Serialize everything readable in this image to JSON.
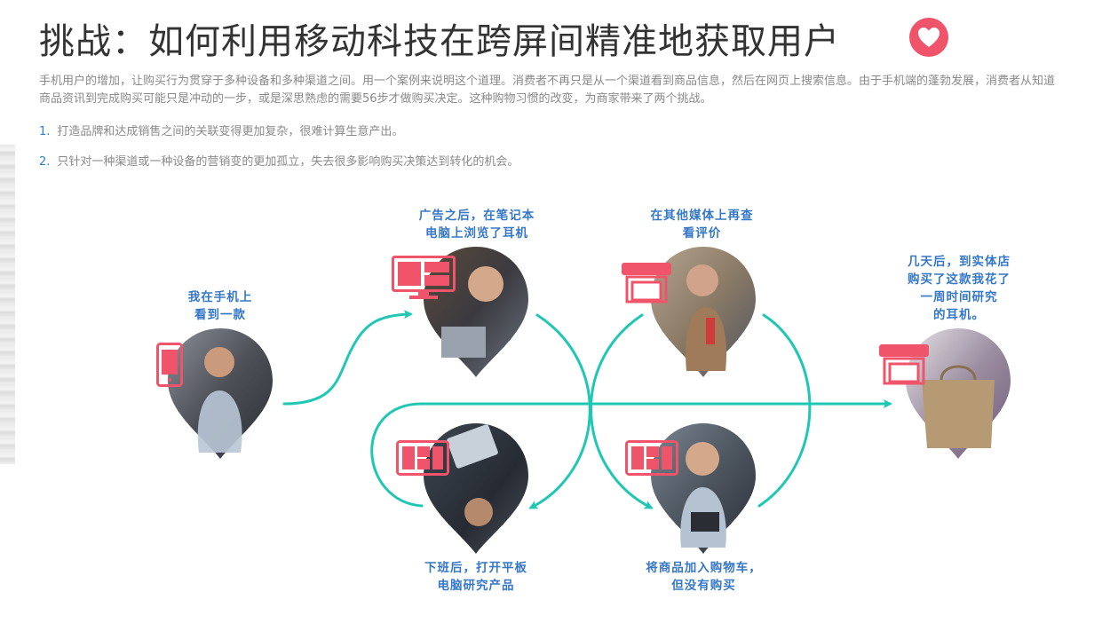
{
  "title": "挑战：如何利用移动科技在跨屏间精准地获取用户",
  "intro": "手机用户的增加，让购买行为贯穿于多种设备和多种渠道之间。用一个案例来说明这个道理。消费者不再只是从一个渠道看到商品信息，然后在网页上搜索信息。由于手机端的蓬勃发展，消费者从知道商品资讯到完成购买可能只是冲动的一步，或是深思熟虑的需要56步才做购买决定。这种购物习惯的改变，为商家带来了两个挑战。",
  "points": [
    {
      "num": "1.",
      "text": "打造品牌和达成销售之间的关联变得更加复杂，很难计算生意产出。"
    },
    {
      "num": "2.",
      "text": "只针对一种渠道或一种设备的营销变的更加孤立，失去很多影响购买决策达到转化的机会。"
    }
  ],
  "steps": [
    {
      "l1": "我在手机上",
      "l2": "看到一款",
      "l3": "",
      "l4": ""
    },
    {
      "l1": "广告之后，在笔记本",
      "l2": "电脑上浏览了耳机",
      "l3": "",
      "l4": ""
    },
    {
      "l1": "下班后，打开平板",
      "l2": "电脑研究产品",
      "l3": "",
      "l4": ""
    },
    {
      "l1": "在其他媒体上再查",
      "l2": "看评价",
      "l3": "",
      "l4": ""
    },
    {
      "l1": "将商品加入购物车，",
      "l2": "但没有购买",
      "l3": "",
      "l4": ""
    },
    {
      "l1": "几天后，到实体店",
      "l2": "购买了这款我花了",
      "l3": "一周时间研究",
      "l4": "的耳机。"
    }
  ],
  "colors": {
    "accent": "#f0546b",
    "flow": "#1fc7b4",
    "caption": "#3577c8"
  },
  "icons": [
    "heart-icon",
    "phone-icon",
    "monitor-icon",
    "tablet-icon",
    "store-icon"
  ]
}
